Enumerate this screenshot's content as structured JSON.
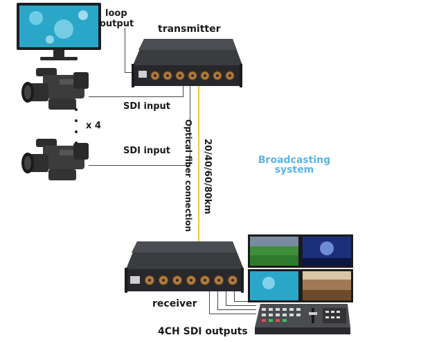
{
  "labels": {
    "loop_output": "loop\noutput",
    "loop_output_line1": "loop",
    "loop_output_line2": "output",
    "transmitter": "transmitter",
    "sdi_input_1": "SDI input",
    "sdi_input_2": "SDI input",
    "x4": "x 4",
    "optical_fiber": "Optical fiber connection",
    "distance": "20/40/60/80km",
    "broadcasting_line1": "Broadcasting",
    "broadcasting_line2": "system",
    "receiver": "receiver",
    "outputs": "4CH SDI outputs"
  },
  "colors": {
    "fiber": "#f0c53a",
    "accent_text": "#5bb3e6",
    "device_body": "#2e3033",
    "bnc_gold": "#b07a3a"
  },
  "icons": [
    "monitor-icon",
    "camera-icon",
    "transmitter-device",
    "receiver-device",
    "video-wall",
    "switcher-console"
  ]
}
